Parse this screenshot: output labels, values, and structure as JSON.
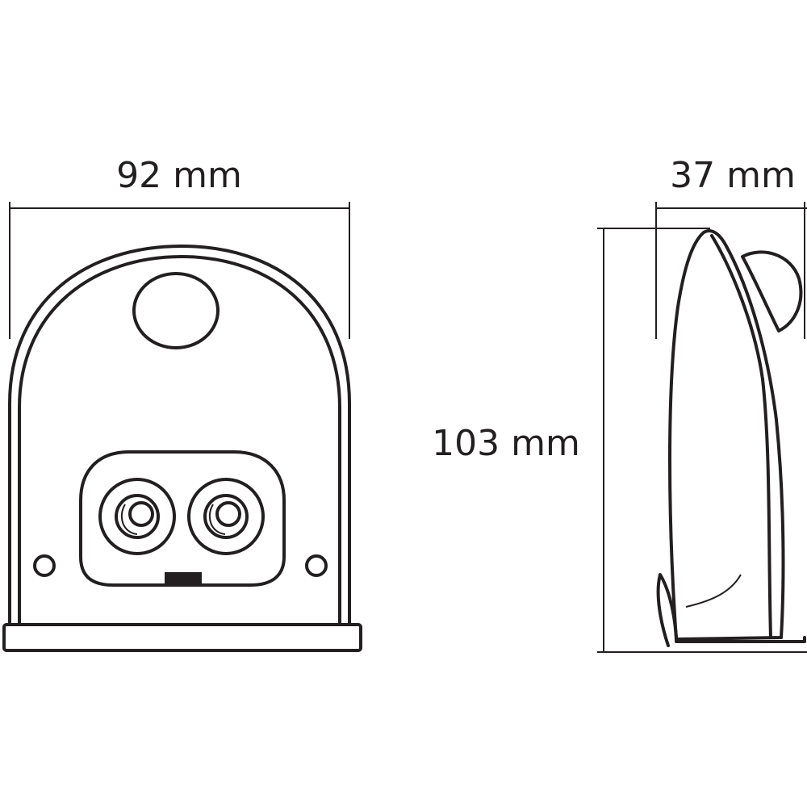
{
  "dimensions": {
    "width": "92 mm",
    "depth": "37 mm",
    "height": "103 mm"
  },
  "colors": {
    "line": "#231f20",
    "background": "#ffffff"
  }
}
